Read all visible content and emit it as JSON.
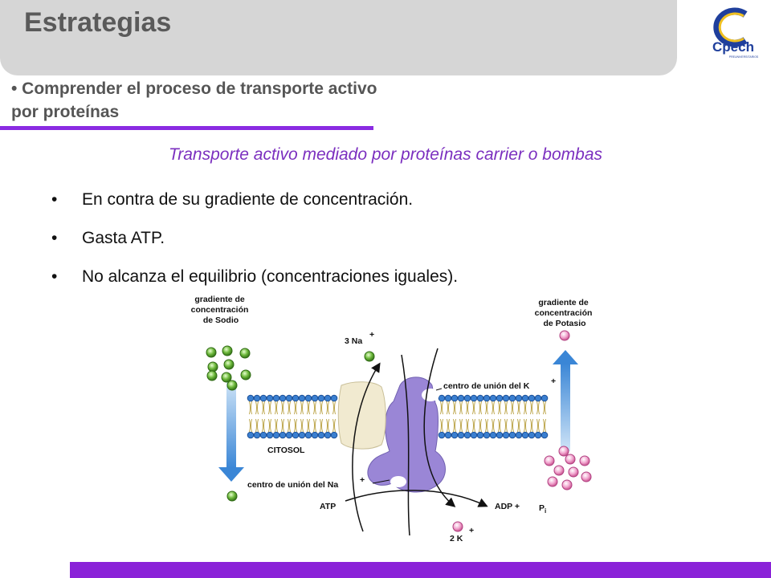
{
  "header": {
    "title": "Estrategias",
    "logo_text": "Cpech",
    "logo_subtext": "PREUNIVERSITARIOS"
  },
  "objective": {
    "text": "• Comprender el proceso de transporte activo por proteínas"
  },
  "subtitle": "Transporte activo mediado por proteínas carrier o bombas",
  "bullets": [
    "En contra de su gradiente de concentración.",
    "Gasta ATP.",
    "No alcanza el equilibrio (concentraciones iguales)."
  ],
  "figure": {
    "label_sodium_gradient": [
      "gradiente de",
      "concentración",
      "de Sodio"
    ],
    "label_potassium_gradient": [
      "gradiente de",
      "concentración",
      "de Potasio"
    ],
    "label_3na": "3 Na",
    "label_plus": "+",
    "label_k_site": "centro de unión del K",
    "label_citosol": "CITOSOL",
    "label_na_site": "centro de unión del Na",
    "label_atp": "ATP",
    "label_adp": "ADP  +",
    "label_pi": "P",
    "label_pi_sub": "i",
    "label_2k": "2 K"
  },
  "colors": {
    "accent": "#8a22d8",
    "title_bar": "#d6d6d6",
    "sodium": "#5aa02c",
    "potassium": "#e890c0",
    "membrane": "#3a7fd0",
    "protein": "#9a86d6",
    "arrow": "#4a90d9"
  }
}
